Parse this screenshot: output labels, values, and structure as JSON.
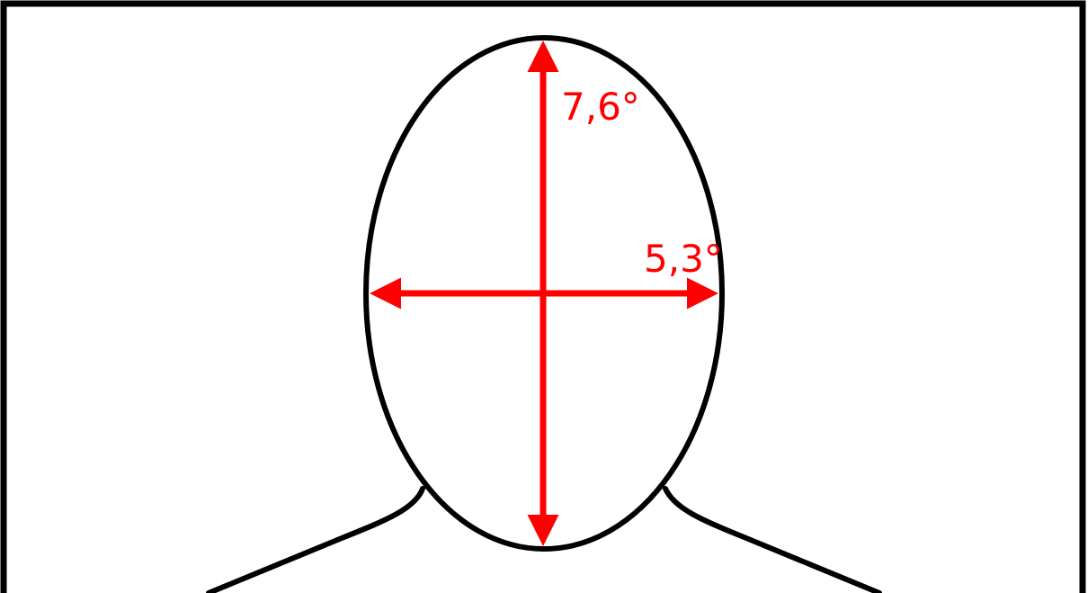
{
  "diagram": {
    "vertical_dimension": {
      "label": "7,6°",
      "value_degrees": 7.6
    },
    "horizontal_dimension": {
      "label": "5,3°",
      "value_degrees": 5.3
    },
    "colors": {
      "outline": "#000000",
      "dimension": "#ff0000",
      "background": "#ffffff"
    }
  }
}
